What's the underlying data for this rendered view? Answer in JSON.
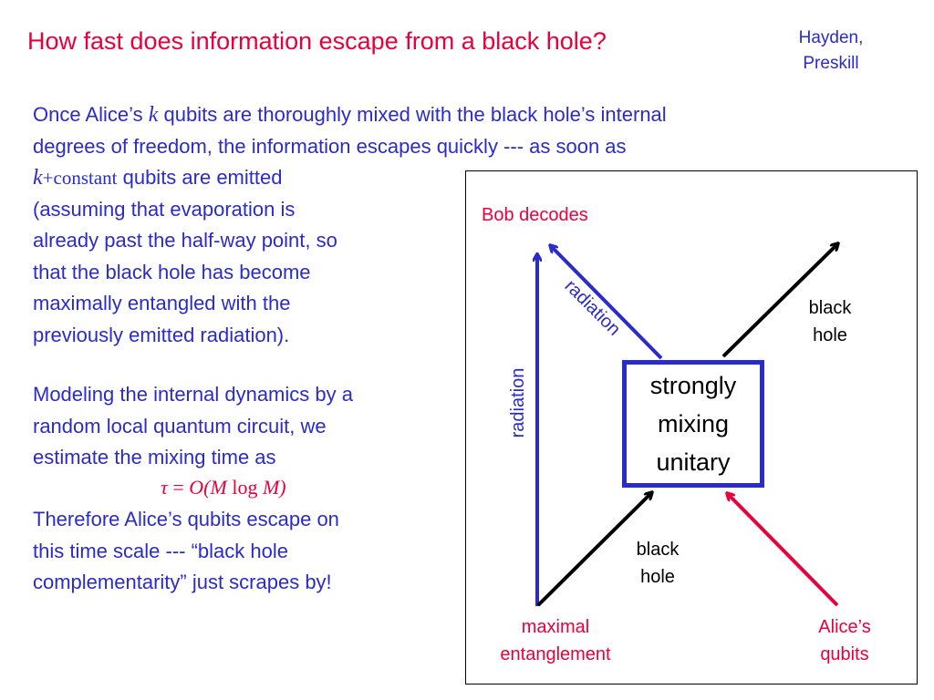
{
  "title": "How fast does information escape from a black hole?",
  "authors": [
    "Hayden,",
    "Preskill"
  ],
  "paragraph1": {
    "line1_pre": "Once Alice’s ",
    "line1_k": "k",
    "line1_post": " qubits are thoroughly mixed with the black hole’s internal",
    "line2": "degrees of freedom, the information escapes quickly --- as soon as",
    "line3_k": "k",
    "line3_const": "+constant",
    "line3_post": " qubits are emitted",
    "line4": "(assuming that evaporation is",
    "line5": "already past the half-way point, so",
    "line6": "that the black hole has become",
    "line7": "maximally entangled with the",
    "line8": "previously emitted radiation)."
  },
  "paragraph2": {
    "line1": "Modeling the internal dynamics by a",
    "line2": "random local quantum circuit, we",
    "line3": "estimate the mixing time as"
  },
  "formula": {
    "tau": "τ",
    "eq": " = ",
    "O_open": "O(M",
    "log": " log ",
    "M_close": "M)"
  },
  "paragraph3": {
    "line1": "Therefore Alice’s qubits escape on",
    "line2": "this time scale --- “black hole",
    "line3": "complementarity” just scrapes by!"
  },
  "diagram": {
    "bob_decodes": "Bob decodes",
    "radiation_diag": "radiation",
    "radiation_vert": "radiation",
    "black_hole_top": [
      "black",
      "hole"
    ],
    "unitary": [
      "strongly",
      "mixing",
      "unitary"
    ],
    "black_hole_bottom": [
      "black",
      "hole"
    ],
    "maximal_entanglement": [
      "maximal",
      "entanglement"
    ],
    "alices_qubits": [
      "Alice’s",
      "qubits"
    ]
  },
  "colors": {
    "title_red": "#e8003c",
    "text_blue": "#2b2bc9",
    "black": "#000000"
  }
}
